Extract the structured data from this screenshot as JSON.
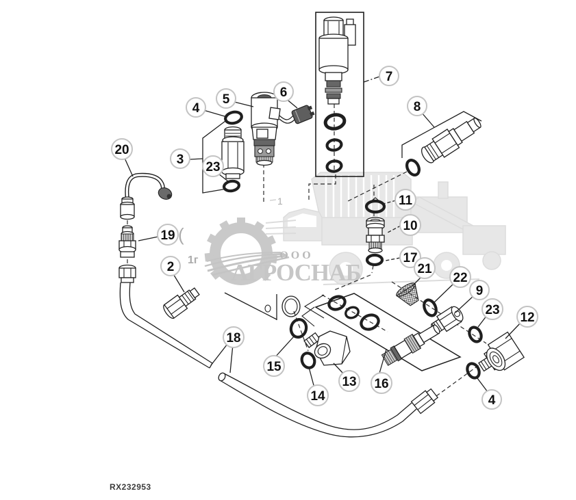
{
  "figure_code": "RX232953",
  "watermark": {
    "org_abbr": "ООО",
    "name": "АГРОСНАБ"
  },
  "faint_marks": {
    "arc": "(",
    "mark1": "1г",
    "mark2": "1"
  },
  "colors": {
    "line": "#1f1f1f",
    "watermark_gray": "#c6c6c6",
    "watermark_light": "#e3e3e3",
    "callout_ring": "#c3c3c3",
    "callout_text": "#111111",
    "figure_code_color": "#3a3a3a",
    "background": "#ffffff"
  },
  "callouts": [
    {
      "label": "7"
    },
    {
      "label": "4"
    },
    {
      "label": "5"
    },
    {
      "label": "6"
    },
    {
      "label": "8"
    },
    {
      "label": "3"
    },
    {
      "label": "23"
    },
    {
      "label": "20"
    },
    {
      "label": "19"
    },
    {
      "label": "11"
    },
    {
      "label": "10"
    },
    {
      "label": "17"
    },
    {
      "label": "2"
    },
    {
      "label": "21"
    },
    {
      "label": "22"
    },
    {
      "label": "9"
    },
    {
      "label": "23"
    },
    {
      "label": "12"
    },
    {
      "label": "18"
    },
    {
      "label": "15"
    },
    {
      "label": "13"
    },
    {
      "label": "16"
    },
    {
      "label": "14"
    },
    {
      "label": "4"
    }
  ]
}
